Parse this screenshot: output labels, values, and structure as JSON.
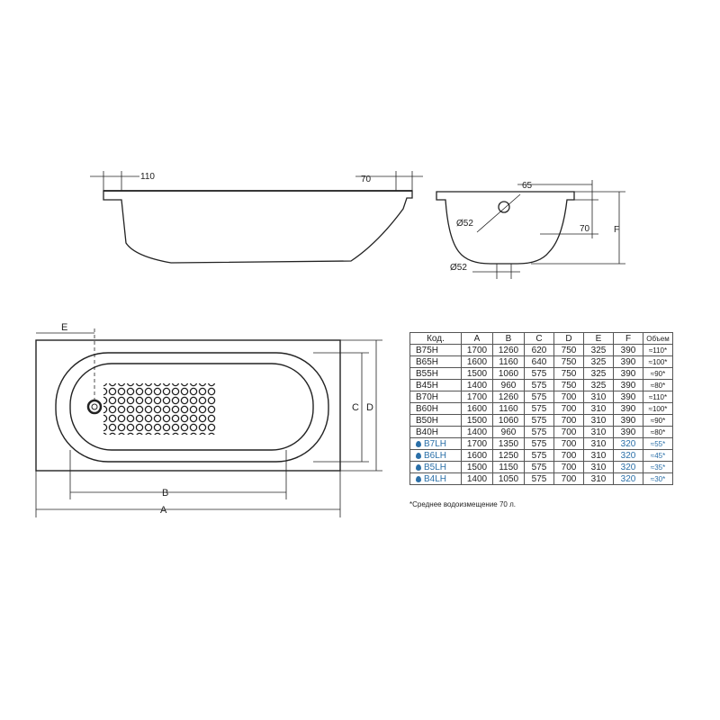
{
  "side_view": {
    "rim_left_label": "110",
    "rim_right_label": "70"
  },
  "end_view": {
    "rim_label": "65",
    "drain_label": "Ø52",
    "depth_label": "70",
    "height_label": "F",
    "bottom_drain_label": "Ø52"
  },
  "top_view": {
    "e_label": "E",
    "c_label": "C",
    "d_label": "D",
    "b_label": "B",
    "a_label": "A"
  },
  "table": {
    "headers": [
      "Код.",
      "A",
      "B",
      "C",
      "D",
      "E",
      "F",
      "Объем"
    ],
    "rows": [
      {
        "code": "B75H",
        "a": "1700",
        "b": "1260",
        "c": "620",
        "d": "750",
        "e": "325",
        "f": "390",
        "vol": "≈110*",
        "hl": false
      },
      {
        "code": "B65H",
        "a": "1600",
        "b": "1160",
        "c": "640",
        "d": "750",
        "e": "325",
        "f": "390",
        "vol": "≈100*",
        "hl": false
      },
      {
        "code": "B55H",
        "a": "1500",
        "b": "1060",
        "c": "575",
        "d": "750",
        "e": "325",
        "f": "390",
        "vol": "≈90*",
        "hl": false
      },
      {
        "code": "B45H",
        "a": "1400",
        "b": "960",
        "c": "575",
        "d": "750",
        "e": "325",
        "f": "390",
        "vol": "≈80*",
        "hl": false
      },
      {
        "code": "B70H",
        "a": "1700",
        "b": "1260",
        "c": "575",
        "d": "700",
        "e": "310",
        "f": "390",
        "vol": "≈110*",
        "hl": false
      },
      {
        "code": "B60H",
        "a": "1600",
        "b": "1160",
        "c": "575",
        "d": "700",
        "e": "310",
        "f": "390",
        "vol": "≈100*",
        "hl": false
      },
      {
        "code": "B50H",
        "a": "1500",
        "b": "1060",
        "c": "575",
        "d": "700",
        "e": "310",
        "f": "390",
        "vol": "≈90*",
        "hl": false
      },
      {
        "code": "B40H",
        "a": "1400",
        "b": "960",
        "c": "575",
        "d": "700",
        "e": "310",
        "f": "390",
        "vol": "≈80*",
        "hl": false
      },
      {
        "code": "B7LH",
        "a": "1700",
        "b": "1350",
        "c": "575",
        "d": "700",
        "e": "310",
        "f": "320",
        "vol": "≈55*",
        "hl": true
      },
      {
        "code": "B6LH",
        "a": "1600",
        "b": "1250",
        "c": "575",
        "d": "700",
        "e": "310",
        "f": "320",
        "vol": "≈45*",
        "hl": true
      },
      {
        "code": "B5LH",
        "a": "1500",
        "b": "1150",
        "c": "575",
        "d": "700",
        "e": "310",
        "f": "320",
        "vol": "≈35*",
        "hl": true
      },
      {
        "code": "B4LH",
        "a": "1400",
        "b": "1050",
        "c": "575",
        "d": "700",
        "e": "310",
        "f": "320",
        "vol": "≈30*",
        "hl": true
      }
    ]
  },
  "footnote": "*Среднее водоизмещение 70 л.",
  "colors": {
    "line": "#222222",
    "highlight": "#2a6fa8"
  }
}
